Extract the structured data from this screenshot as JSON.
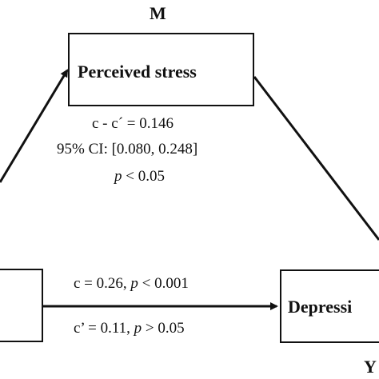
{
  "mediator": {
    "letter": "M",
    "label": "Perceived  stress"
  },
  "outcome": {
    "letter": "Y",
    "label": "Depressi"
  },
  "indirect_effect": {
    "line1": "c - c´ =  0.146",
    "line2": "95% CI: [0.080, 0.248]",
    "line3_p": "p",
    "line3_rest": " < 0.05"
  },
  "total_effect": {
    "c_label": "c = 0.26, ",
    "c_p": "p",
    "c_rest": " < 0.001"
  },
  "direct_effect": {
    "c_label": "c’ = 0.11, ",
    "c_p": "p",
    "c_rest": " > 0.05"
  }
}
